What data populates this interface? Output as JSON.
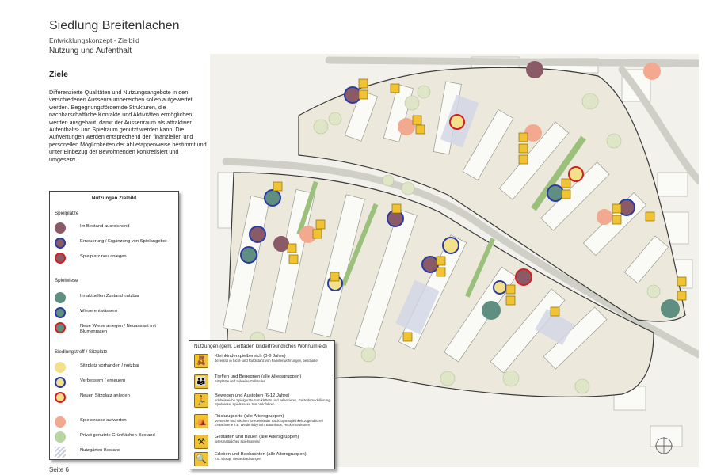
{
  "header": {
    "title": "Siedlung Breitenlachen",
    "subtitle": "Entwicklungskonzept - Zielbild",
    "section": "Nutzung und Aufenthalt"
  },
  "goals": {
    "heading": "Ziele",
    "text": "Differenzierte Qualitäten und Nutzungsangebote in den verschiedenen Aussenraumbereichen sollen aufgewertet werden. Begegnungsfördernde Strukturen, die nachbarschaftliche Kontakte und Aktivitäten ermöglichen, werden ausgebaut, damit der Aussenraum als attraktiver Aufenthalts- und Spielraum genutzt werden kann. Die Aufwertungen werden entsprechend den finanziellen und personellen Möglichkeiten der abl etappenweise bestimmt und unter Einbezug der Bewohnenden konkretisiert und umgesetzt."
  },
  "legend": {
    "title": "Nutzungen Zielbild",
    "spielplaetze": {
      "heading": "Spielplätze",
      "items": [
        {
          "label": "Im Bestand ausreichend",
          "fill": "#8a5a66",
          "stroke": "#8a5a66"
        },
        {
          "label": "Erneuerung / Ergänzung von Spielangebot",
          "fill": "#8a5a66",
          "stroke": "#2a3aa0"
        },
        {
          "label": "Spielplatz neu anlegen",
          "fill": "#8a5a66",
          "stroke": "#d02020"
        }
      ]
    },
    "spielwiese": {
      "heading": "Spielwiese",
      "items": [
        {
          "label": "Im aktuellen Zustand nutzbar",
          "fill": "#5f8f80",
          "stroke": "#5f8f80"
        },
        {
          "label": "Wiese entwässern",
          "fill": "#5f8f80",
          "stroke": "#2a3aa0"
        },
        {
          "label": "Neue Wiese anlegen / Neuansaat mit Blumenrasen",
          "fill": "#5f8f80",
          "stroke": "#d02020"
        }
      ]
    },
    "siedlungstreff": {
      "heading": "Siedlungstreff / Sitzplatz",
      "items": [
        {
          "label": "Sitzplatz vorhanden / nutzbar",
          "fill": "#f3e08a",
          "stroke": "#f3e08a"
        },
        {
          "label": "Verbessern / erneuern",
          "fill": "#f3e08a",
          "stroke": "#2a3aa0"
        },
        {
          "label": "Neuen Sitzplatz anlegen",
          "fill": "#f3e08a",
          "stroke": "#d02020"
        }
      ]
    },
    "other": [
      {
        "label": "Spielstrasse aufwerten",
        "fill": "#f2a98f"
      },
      {
        "label": "Privat genutzte Grünflächen Bestand",
        "fill": "#b7d6a3"
      },
      {
        "label": "Nutzgärten Bestand",
        "fill": "#c9cde0"
      }
    ]
  },
  "usage_legend": {
    "title": "Nutzungen (gem. Leitfaden kinderfreundliches Wohnumfeld)",
    "items": [
      {
        "glyph": "🧸",
        "title": "Kleinkinderspielbereich (0-6 Jahre)",
        "desc": "dezentral in Sicht- und Rufdistanz von Familienwohnungen, beschattet"
      },
      {
        "glyph": "👪",
        "title": "Treffen und Begegnen (alle Altersgruppen)",
        "desc": "Sitzplätze und teilweise Grillstellen"
      },
      {
        "glyph": "🏃",
        "title": "Bewegen und Austoben (6-12 Jahre)",
        "desc": "erlebnisreiche Spielgeräte zum klettern und balancieren, Geländemodellierung, Spielwiese, Spielstrasse zum Velofahren"
      },
      {
        "glyph": "⛺",
        "title": "Rückzugsorte (alle Altersgruppen)",
        "desc": "Verstecke und Nischen für Kleinkinder Rückzugsmöglichkeit Jugendliche / Erwachsene z.B. Weidenlabyrinth, Baumhaus, Heckenstrukturen"
      },
      {
        "glyph": "⚒",
        "title": "Gestalten und Bauen (alle Altersgruppen)",
        "desc": "loses natürliches Spielmaterial"
      },
      {
        "glyph": "🔍",
        "title": "Erleben und Beobachten (alle Altersgruppen)",
        "desc": "z.B. Biotop, Tierbeobachtungen"
      }
    ]
  },
  "map_markers": {
    "playgrounds": [
      {
        "kind": "spielplatz",
        "status": "bestand"
      },
      {
        "kind": "spielplatz",
        "status": "erneuerung"
      },
      {
        "kind": "spielplatz",
        "status": "neu"
      }
    ]
  },
  "page": {
    "number_label": "Seite 6"
  }
}
